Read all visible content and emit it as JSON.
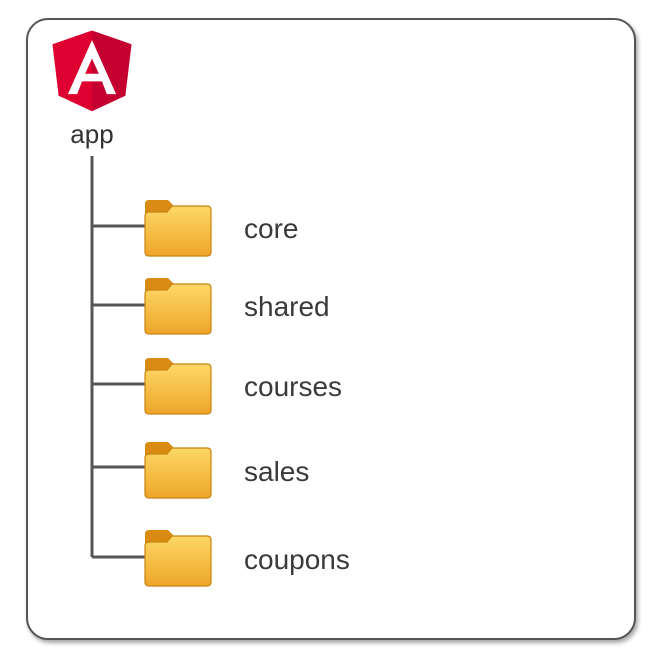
{
  "root": {
    "label": "app",
    "icon": "angular-logo-icon"
  },
  "folders": [
    {
      "label": "core",
      "icon": "folder-icon"
    },
    {
      "label": "shared",
      "icon": "folder-icon"
    },
    {
      "label": "courses",
      "icon": "folder-icon"
    },
    {
      "label": "sales",
      "icon": "folder-icon"
    },
    {
      "label": "coupons",
      "icon": "folder-icon"
    }
  ],
  "colors": {
    "angular_red": "#dd0031",
    "angular_dark_red": "#c3002f",
    "folder_yellow": "#f6c445",
    "folder_orange": "#e79a1c",
    "line": "#555555",
    "text": "#3a3a3a"
  }
}
